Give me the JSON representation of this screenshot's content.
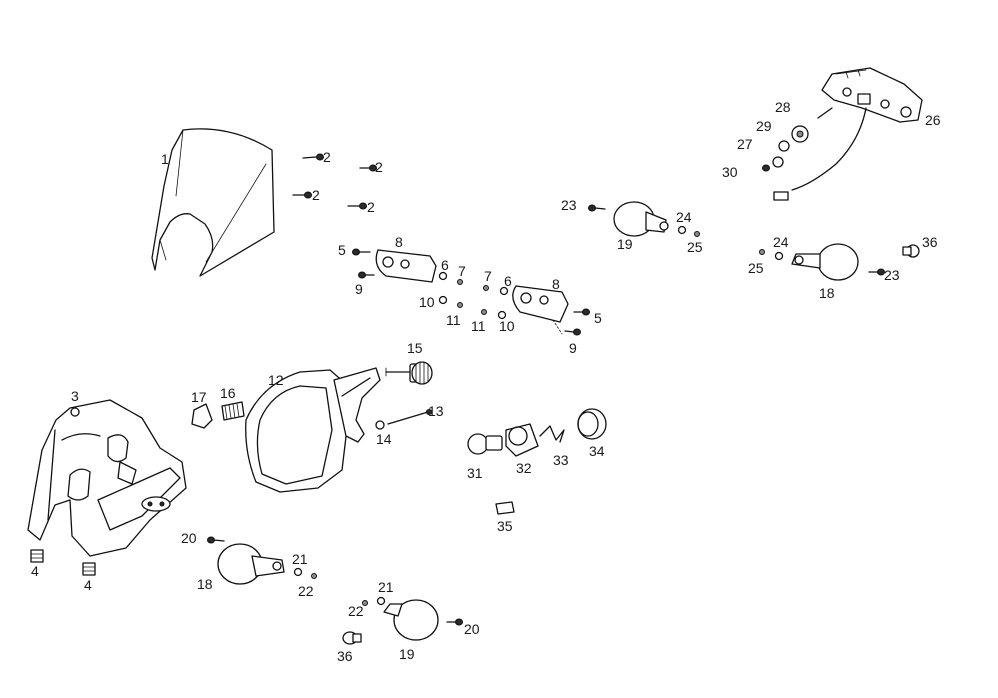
{
  "callouts": {
    "c1": "1",
    "c2": "2",
    "c3": "3",
    "c4": "4",
    "c5": "5",
    "c6": "6",
    "c7": "7",
    "c8": "8",
    "c9": "9",
    "c10": "10",
    "c11": "11",
    "c12": "12",
    "c13": "13",
    "c14": "14",
    "c15": "15",
    "c16": "16",
    "c17": "17",
    "c18": "18",
    "c19": "19",
    "c20": "20",
    "c21": "21",
    "c22": "22",
    "c23": "23",
    "c24": "24",
    "c25": "25",
    "c26": "26",
    "c27": "27",
    "c28": "28",
    "c29": "29",
    "c30": "30",
    "c31": "31",
    "c32": "32",
    "c33": "33",
    "c34": "34",
    "c35": "35",
    "c36": "36"
  }
}
